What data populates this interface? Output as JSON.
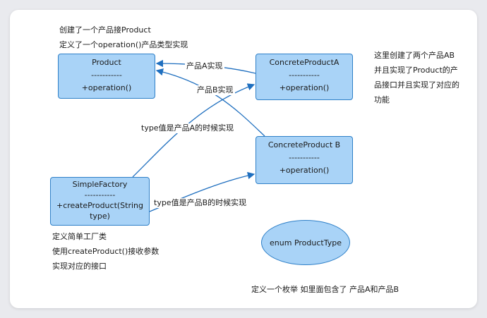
{
  "colors": {
    "box_fill": "#a9d3f7",
    "box_border": "#2f80c8",
    "arrow": "#1f6fbf"
  },
  "notes": {
    "product_line1": "创建了一个产品接Product",
    "product_line2": "定义了一个operation()产品类型实现",
    "concrete_line1": "这里创建了两个产品AB",
    "concrete_line2": "并且实现了Product的产",
    "concrete_line3": "品接口并且实现了对应的",
    "concrete_line4": "功能",
    "factory_line1": "定义简单工厂类",
    "factory_line2": "使用createProduct()接收参数",
    "factory_line3": "实现对应的接口",
    "enum_note": "定义一个枚举 如里面包含了 产品A和产品B"
  },
  "nodes": {
    "product": {
      "name": "Product",
      "sep": "-----------",
      "method": "+operation()"
    },
    "concrete_a": {
      "name": "ConcreteProductA",
      "sep": "-----------",
      "method": "+operation()"
    },
    "concrete_b": {
      "name": "ConcreteProduct B",
      "sep": "-----------",
      "method": "+operation()"
    },
    "simple_factory": {
      "name": "SimpleFactory",
      "sep": "-----------",
      "method_line1": "+createProduct(String",
      "method_line2": "type)"
    },
    "enum_type": {
      "name": "enum ProductType"
    }
  },
  "edges": {
    "a_impl": "产品A实现",
    "b_impl": "产品B实现",
    "type_a": "type值是产品A的时候实现",
    "type_b": "type值是产品B的时候实现"
  }
}
